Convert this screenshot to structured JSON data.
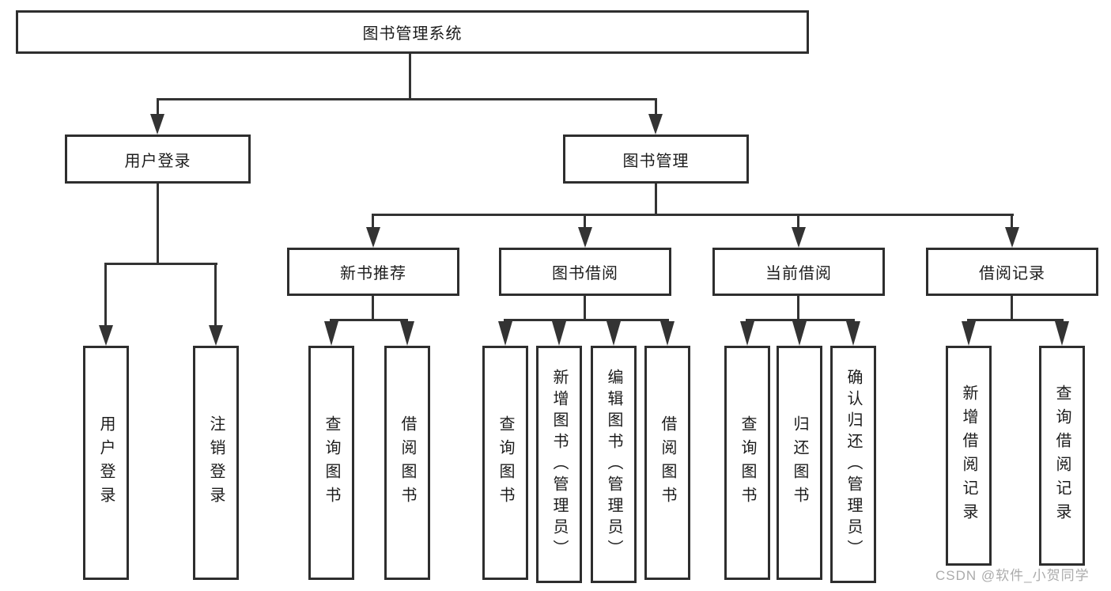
{
  "tree": {
    "label": "图书管理系统",
    "children": [
      {
        "label": "用户登录",
        "children": [
          {
            "label": "用户登录"
          },
          {
            "label": "注销登录"
          }
        ]
      },
      {
        "label": "图书管理",
        "children": [
          {
            "label": "新书推荐",
            "children": [
              {
                "label": "查询图书"
              },
              {
                "label": "借阅图书"
              }
            ]
          },
          {
            "label": "图书借阅",
            "children": [
              {
                "label": "查询图书"
              },
              {
                "label": "新增图书（管理员）"
              },
              {
                "label": "编辑图书（管理员）"
              },
              {
                "label": "借阅图书"
              }
            ]
          },
          {
            "label": "当前借阅",
            "children": [
              {
                "label": "查询图书"
              },
              {
                "label": "归还图书"
              },
              {
                "label": "确认归还（管理员）"
              }
            ]
          },
          {
            "label": "借阅记录",
            "children": [
              {
                "label": "新增借阅记录"
              },
              {
                "label": "查询借阅记录"
              }
            ]
          }
        ]
      }
    ]
  },
  "watermark": {
    "text": "CSDN @软件_小贺同学"
  },
  "colors": {
    "line": "#333333",
    "box_border": "#2e2e2e",
    "text": "#1c1c1c",
    "watermark": "#ababab",
    "background": "#ffffff"
  }
}
